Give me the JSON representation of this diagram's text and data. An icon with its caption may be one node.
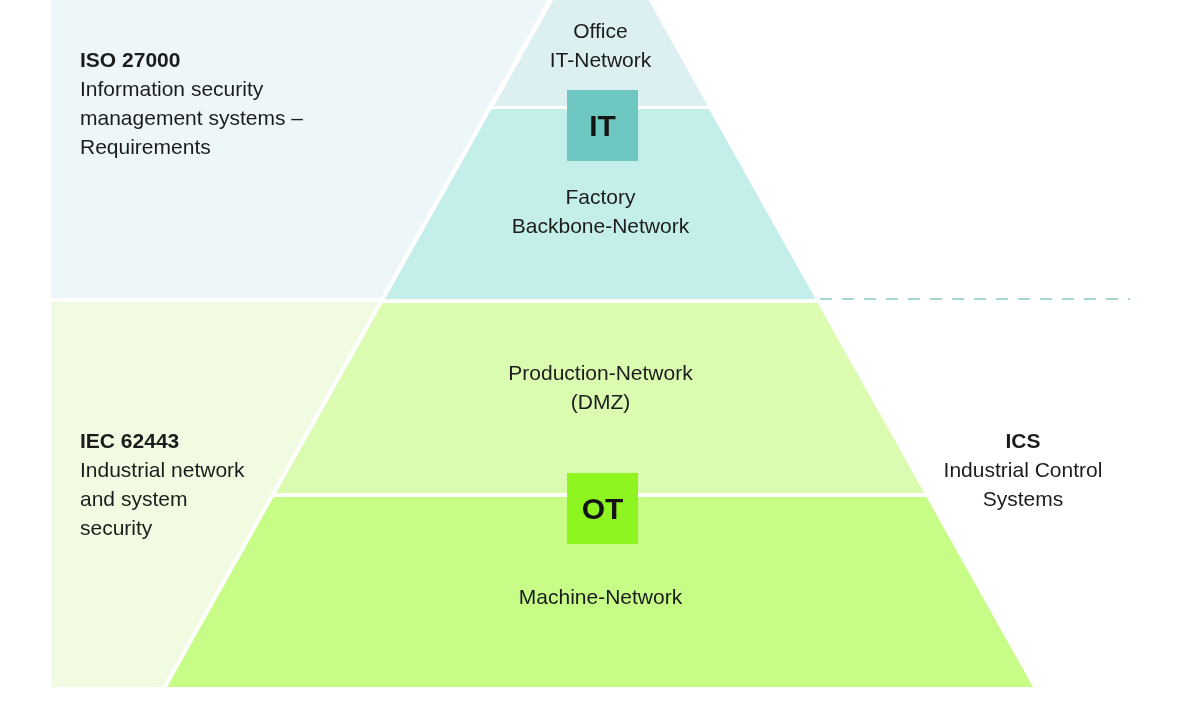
{
  "diagram": {
    "nodes": [
      {
        "text": [
          "ISO 27000",
          "Information security management systems – Requirements"
        ]
      },
      {
        "text": [
          "Office IT-Network"
        ]
      },
      {
        "text": [
          "IT"
        ]
      },
      {
        "text": [
          "Factory Backbone-Network"
        ]
      },
      {
        "text": [
          "IEC 62443",
          "Industrial network and system security"
        ]
      },
      {
        "text": [
          "Production-Network (DMZ)"
        ]
      },
      {
        "text": [
          "OT"
        ]
      },
      {
        "text": [
          "Machine-Network"
        ]
      }
    ],
    "labels": [
      "ICS",
      "Industrial Control Systems"
    ]
  }
}
